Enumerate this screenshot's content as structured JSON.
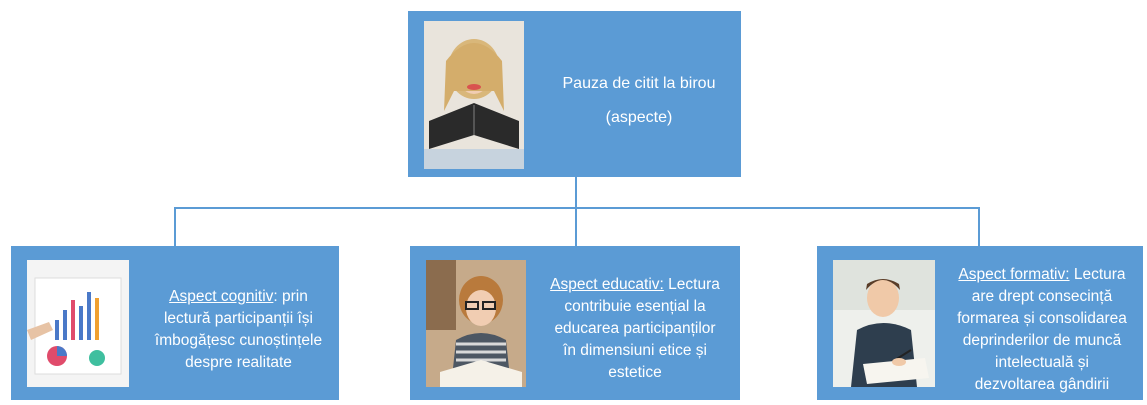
{
  "diagram": {
    "root": {
      "line1": "Pauza de citit la birou",
      "line2": "(aspecte)",
      "image": "woman-reading-book"
    },
    "children": [
      {
        "label": "Aspect cognitiv",
        "text_lines": [
          ": prin",
          "lectură participanții își",
          "îmbogățesc cunoștințele",
          "despre realitate"
        ],
        "image": "charts-analysis"
      },
      {
        "label": "Aspect educativ:",
        "text_lines": [
          " Lectura",
          "contribuie esențial la",
          "educarea participanților",
          "în dimensiuni etice și",
          "estetice"
        ],
        "image": "girl-reading-glasses"
      },
      {
        "label": "Aspect formativ:",
        "text_lines": [
          " Lectura",
          "are drept consecință",
          "formarea și consolidarea",
          "deprinderilor de muncă",
          "intelectuală și",
          "dezvoltarea gândirii"
        ],
        "image": "student-writing"
      }
    ],
    "colors": {
      "box": "#5b9bd5",
      "text": "#ffffff",
      "connector": "#5b9bd5"
    }
  }
}
